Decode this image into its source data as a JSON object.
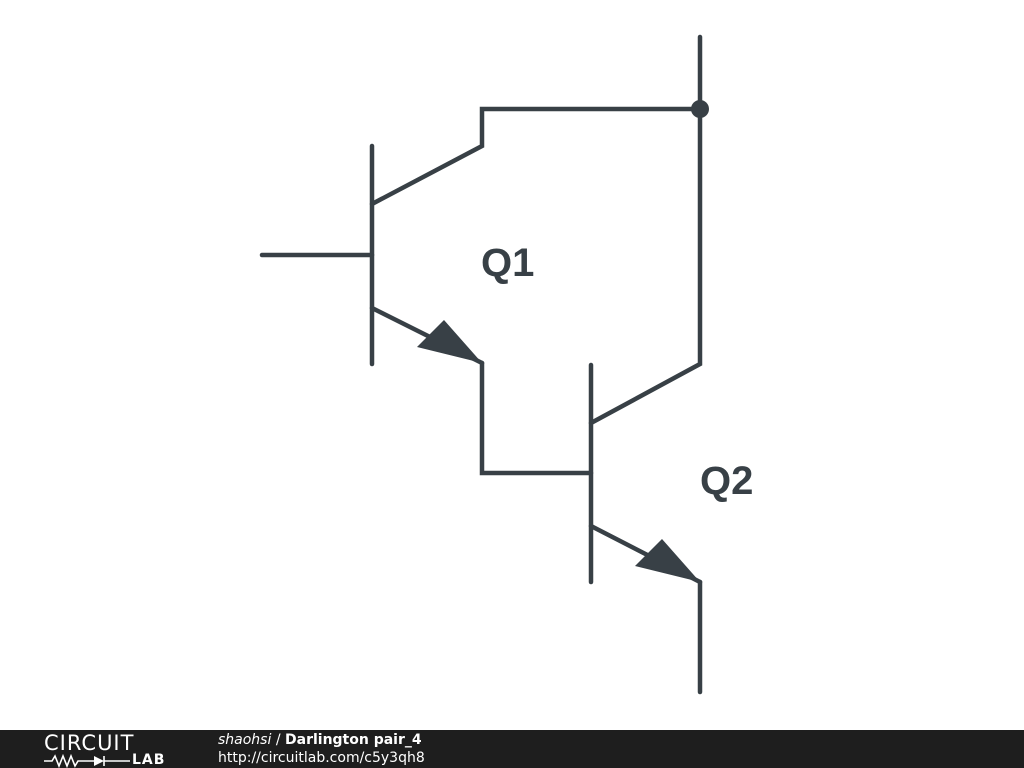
{
  "schematic": {
    "components": [
      {
        "id": "q1",
        "label": "Q1",
        "type": "NPN transistor"
      },
      {
        "id": "q2",
        "label": "Q2",
        "type": "NPN transistor"
      }
    ]
  },
  "footer": {
    "logo": {
      "circuit_text": "CIRCUIT",
      "lab_text": "LAB"
    },
    "author": "shaohsi",
    "separator": " / ",
    "title": "Darlington pair_4",
    "url": "http://circuitlab.com/c5y3qh8"
  },
  "colors": {
    "wire": "#384046",
    "footer_background": "#1e1e1e",
    "footer_text": "#ffffff"
  }
}
